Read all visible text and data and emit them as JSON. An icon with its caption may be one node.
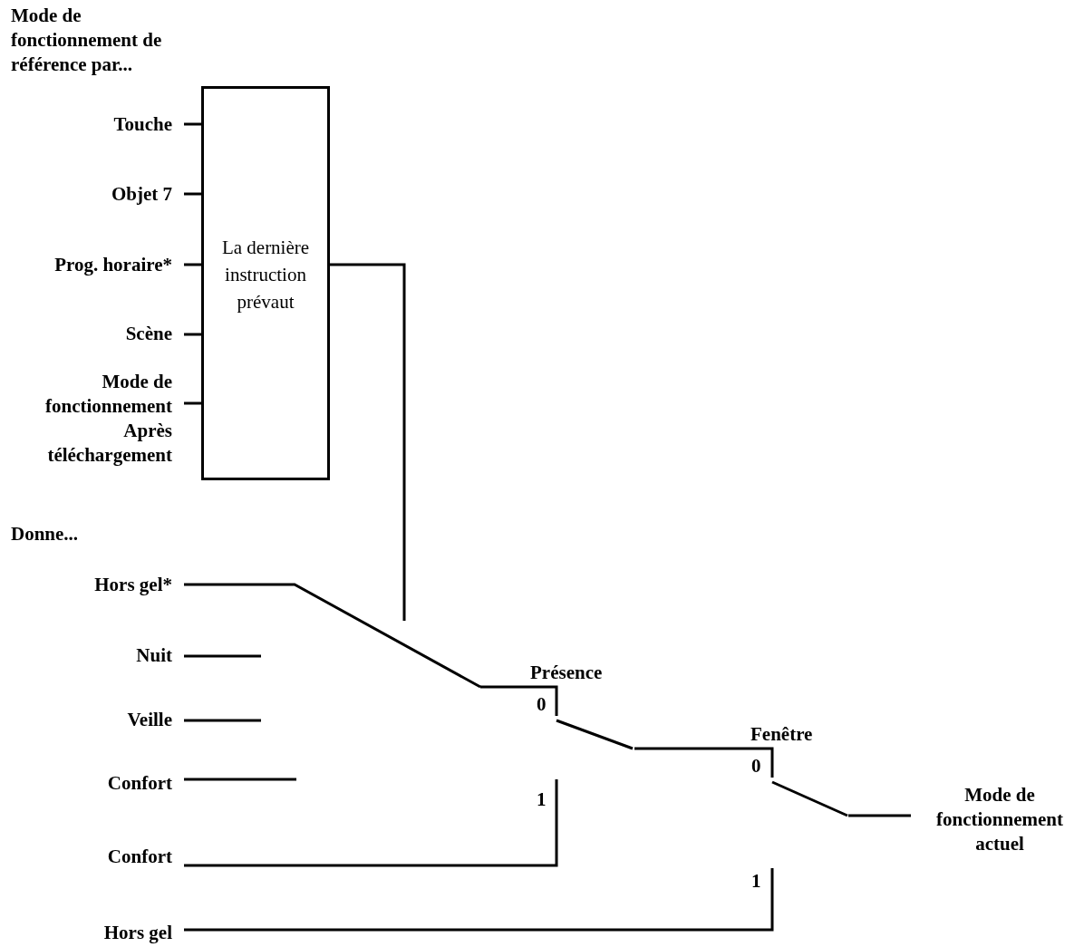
{
  "diagram": {
    "nodes": [
      {
        "text": [
          "Touche"
        ]
      },
      {
        "text": [
          "Objet 7"
        ]
      },
      {
        "text": [
          "Prog. horaire*"
        ]
      },
      {
        "text": [
          "Scène"
        ]
      },
      {
        "text": [
          "Mode de fonctionnement Après téléchargement"
        ]
      },
      {
        "text": [
          "La dernière instruction prévaut"
        ]
      },
      {
        "text": [
          "Hors gel*"
        ]
      },
      {
        "text": [
          "Nuit"
        ]
      },
      {
        "text": [
          "Veille"
        ]
      },
      {
        "text": [
          "Confort"
        ]
      },
      {
        "text": [
          "Confort"
        ]
      },
      {
        "text": [
          "Hors gel"
        ]
      },
      {
        "text": [
          "Présence",
          "0",
          "1"
        ]
      },
      {
        "text": [
          "Fenêtre",
          "0",
          "1"
        ]
      },
      {
        "text": [
          "Mode de fonctionnement actuel"
        ]
      }
    ],
    "edges": [
      {
        "from": 0,
        "to": 5,
        "arrow": "none"
      },
      {
        "from": 1,
        "to": 5,
        "arrow": "none"
      },
      {
        "from": 2,
        "to": 5,
        "arrow": "none"
      },
      {
        "from": 3,
        "to": 5,
        "arrow": "none"
      },
      {
        "from": 4,
        "to": 5,
        "arrow": "none"
      },
      {
        "from": 5,
        "to": null,
        "arrow": "none"
      },
      {
        "from": 6,
        "to": 12,
        "arrow": "none"
      },
      {
        "from": 7,
        "to": null,
        "arrow": "none"
      },
      {
        "from": 8,
        "to": null,
        "arrow": "none"
      },
      {
        "from": 9,
        "to": null,
        "arrow": "none"
      },
      {
        "from": 10,
        "to": 12,
        "arrow": "none"
      },
      {
        "from": 12,
        "to": 13,
        "arrow": "none"
      },
      {
        "from": 11,
        "to": 13,
        "arrow": "none"
      },
      {
        "from": 13,
        "to": 14,
        "arrow": "none"
      }
    ],
    "labels": [
      "Mode de fonctionnement de référence par...",
      "Donne..."
    ]
  }
}
